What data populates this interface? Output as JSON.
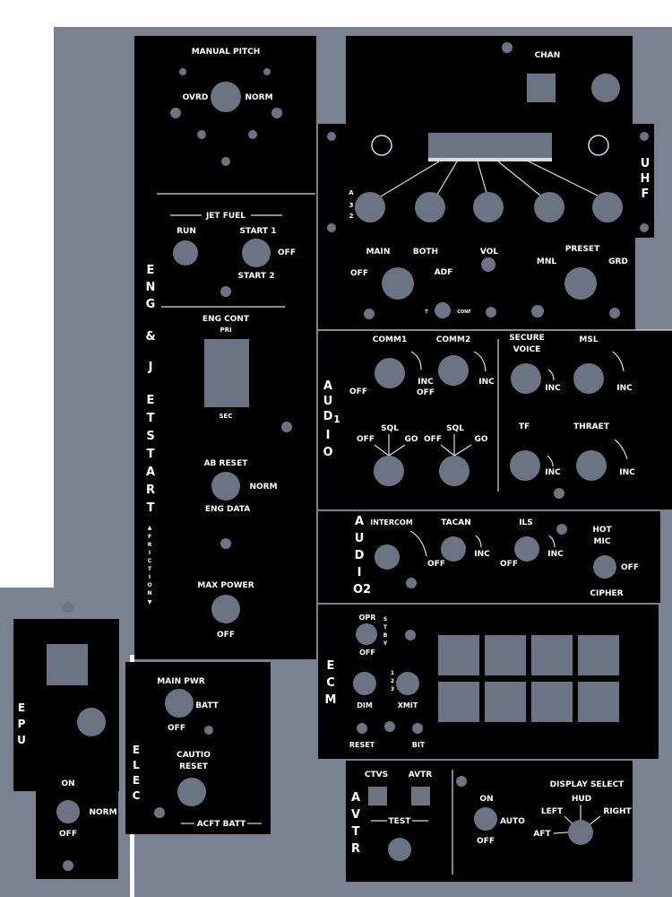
{
  "colors": {
    "bezel": "#7a8190",
    "panel": "#000000",
    "knob": "#6b7384",
    "label": "#ffffff",
    "backdrop": "#ffffff"
  },
  "manual_pitch": {
    "title": "MANUAL PITCH",
    "ovrd": "OVRD",
    "norm": "NORM"
  },
  "eng_jet_start": {
    "vertical_label": [
      "E",
      "N",
      "G",
      "&",
      "J",
      "E",
      "T",
      "S",
      "T",
      "A",
      "R",
      "T"
    ],
    "friction_label": [
      "F",
      "R",
      "I",
      "C",
      "T",
      "I",
      "O",
      "N"
    ],
    "jet_fuel": "JET FUEL",
    "run": "RUN",
    "start1": "START 1",
    "off": "OFF",
    "start2": "START 2",
    "eng_cont": "ENG CONT",
    "pri": "PRI",
    "sec": "SEC",
    "ab_reset": "AB RESET",
    "norm": "NORM",
    "eng_data": "ENG DATA",
    "max_power": "MAX POWER",
    "max_off": "OFF"
  },
  "uhf": {
    "chan": "CHAN",
    "vertical": [
      "U",
      "H",
      "F"
    ],
    "side_a": "A",
    "side_3": "3",
    "side_2": "2",
    "main": "MAIN",
    "both": "BOTH",
    "vol": "VOL",
    "preset": "PRESET",
    "off": "OFF",
    "adf": "ADF",
    "mnl": "MNL",
    "grd": "GRD",
    "t": "T",
    "conf": "CONF"
  },
  "audio1": {
    "vertical": [
      "A",
      "U",
      "D",
      "1",
      "I",
      "O"
    ],
    "comm1": "COMM1",
    "comm2": "COMM2",
    "secure": "SECURE",
    "voice": "VOICE",
    "msl": "MSL",
    "off": "OFF",
    "inc": "INC",
    "inc_off": "OFF",
    "sql": "SQL",
    "go": "GO",
    "tf": "TF",
    "threat": "THRAET"
  },
  "audio2": {
    "vertical": [
      "A",
      "U",
      "D",
      "I",
      "O2"
    ],
    "intercom": "INTERCOM",
    "tacan": "TACAN",
    "ils": "ILS",
    "hot": "HOT",
    "mic": "MIC",
    "off": "OFF",
    "inc": "INC",
    "cipher": "CIPHER"
  },
  "ecm": {
    "vertical": [
      "E",
      "C",
      "M"
    ],
    "opr": "OPR",
    "stby": [
      "S",
      "T",
      "B",
      "Y"
    ],
    "off": "OFF",
    "dim": "DIM",
    "xmit": "XMIT",
    "xmit_nums": [
      "1",
      "2",
      "3"
    ],
    "reset": "RESET",
    "bit": "BIT",
    "buttons": [
      "ecm-1",
      "ecm-2",
      "ecm-3",
      "ecm-4",
      "ecm-5",
      "ecm-6",
      "ecm-7",
      "ecm-8"
    ]
  },
  "epu": {
    "vertical": [
      "E",
      "P",
      "U"
    ],
    "on": "ON",
    "norm": "NORM",
    "off": "OFF"
  },
  "elec": {
    "vertical": [
      "E",
      "L",
      "E",
      "C"
    ],
    "main_pwr": "MAIN PWR",
    "batt": "BATT",
    "off": "OFF",
    "caution": "CAUTIO",
    "reset": "RESET",
    "acft_batt": "ACFT BATT"
  },
  "avtr": {
    "vertical": [
      "A",
      "V",
      "T",
      "R"
    ],
    "ctvs": "CTVS",
    "avtr": "AVTR",
    "test": "TEST",
    "on": "ON",
    "auto": "AUTO",
    "off": "OFF",
    "display_select": "DISPLAY SELECT",
    "hud": "HUD",
    "left": "LEFT",
    "right": "RIGHT",
    "aft": "AFT"
  }
}
